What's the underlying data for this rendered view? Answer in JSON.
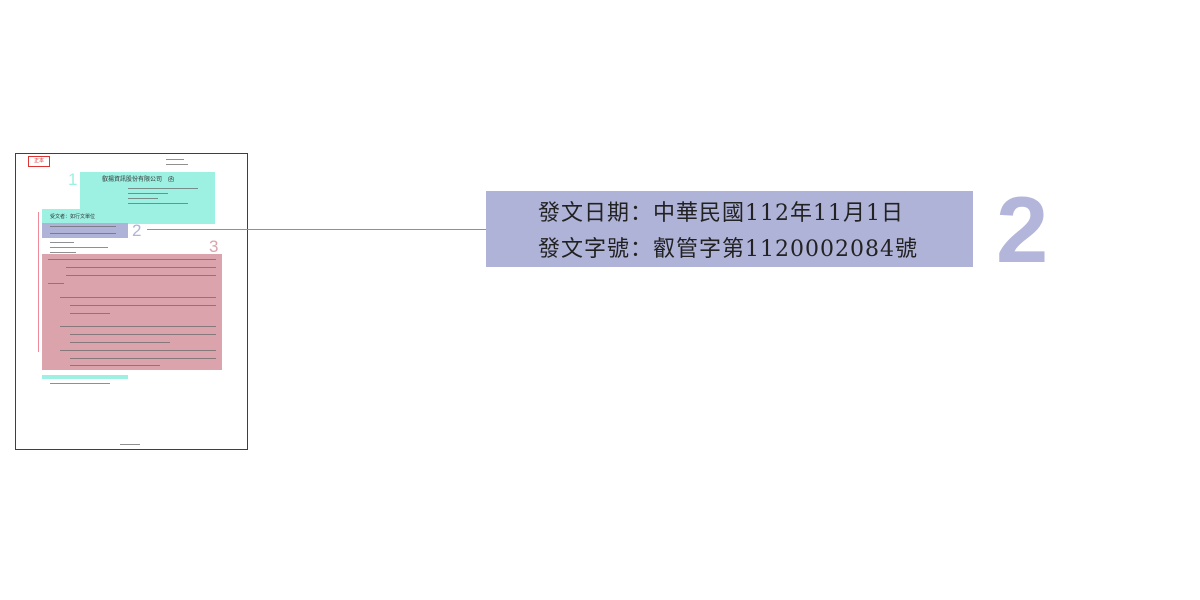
{
  "thumbnail": {
    "stamp": "正本",
    "company_title": "叡揚資訊股份有限公司　函",
    "recipient": "受文者：如行文單位",
    "callouts": [
      "1",
      "2",
      "3"
    ]
  },
  "detail": {
    "callout_number": "2",
    "issue_date": "發文日期：中華民國112年11月1日",
    "issue_number": "發文字號：叡管字第1120002084號"
  },
  "colors": {
    "region_1": "#9cf1e3",
    "region_2": "#b0b3d8",
    "region_3": "#dba4ad",
    "connector": "#8a8cc0"
  }
}
